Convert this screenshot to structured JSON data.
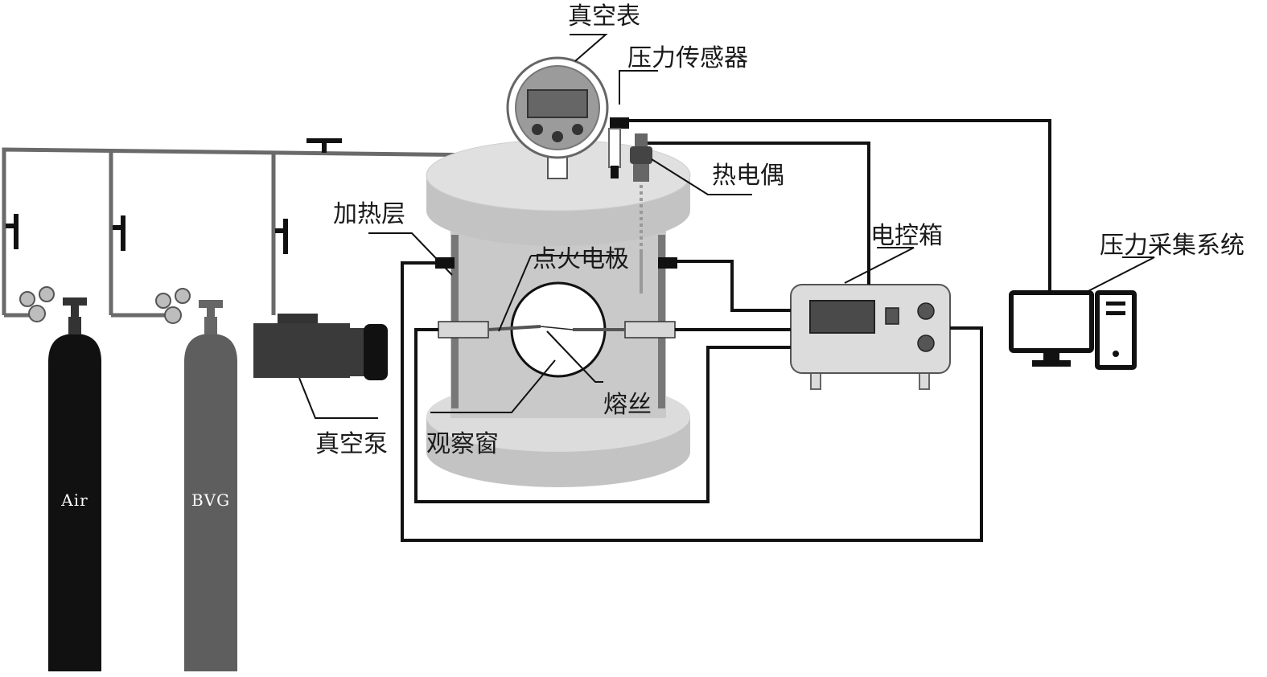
{
  "labels": {
    "vacuum_gauge": "真空表",
    "pressure_sensor": "压力传感器",
    "thermocouple": "热电偶",
    "heating_layer": "加热层",
    "ignition_electrode": "点火电极",
    "control_box": "电控箱",
    "pressure_acquisition": "压力采集系统",
    "fuse_wire": "熔丝",
    "vacuum_pump": "真空泵",
    "observation_window": "观察窗"
  },
  "cylinders": {
    "air": "Air",
    "bvg": "BVG"
  },
  "colors": {
    "air_cylinder": "#111111",
    "bvg_cylinder": "#5e5e5e",
    "vessel": "#c9c9c9",
    "vessel_lid": "#e0e0e0",
    "pipe": "#6a6a6a",
    "wire": "#111111"
  }
}
